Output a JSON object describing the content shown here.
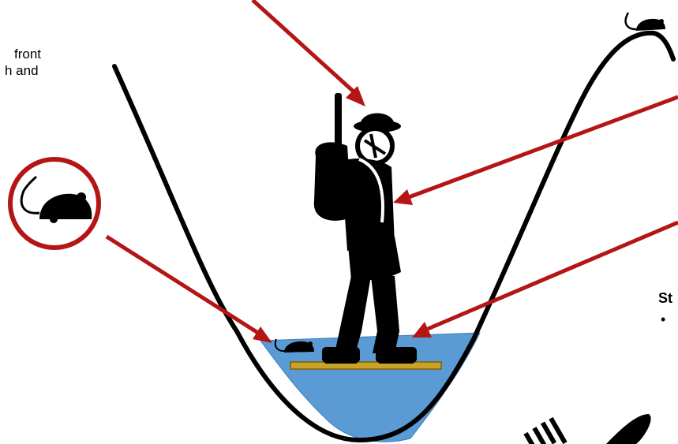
{
  "text": {
    "left_line_1": "front",
    "left_line_2": "h and",
    "right_heading": "St",
    "right_bullet": "•"
  },
  "colors": {
    "arrow": "#b41616",
    "curve": "#000000",
    "water": "#5b9bd5",
    "plank": "#c9a227",
    "plank_border": "#7f6000",
    "figure": "#000000"
  },
  "icons": [
    "mouse-icon",
    "hiker-figure",
    "fork-icon",
    "knife-icon"
  ]
}
